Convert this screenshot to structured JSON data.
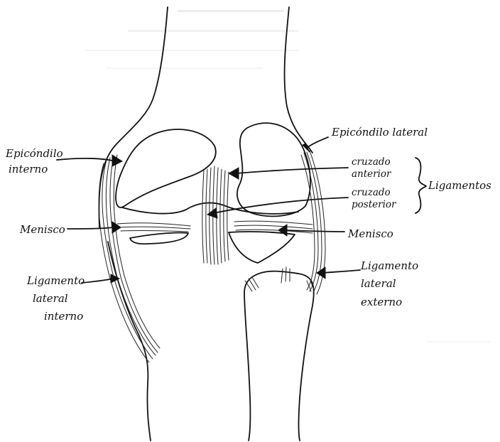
{
  "diagram": {
    "labels": {
      "epicondilo_interno": [
        "Epicóndilo",
        "interno"
      ],
      "epicondilo_lateral": "Epicóndilo lateral",
      "cruzado_anterior": [
        "cruzado",
        "anterior"
      ],
      "cruzado_posterior": [
        "cruzado",
        "posterior"
      ],
      "ligamentos": "Ligamentos",
      "menisco_izq": "Menisco",
      "menisco_der": "Menisco",
      "lig_lateral_interno": [
        "Ligamento",
        "lateral",
        "interno"
      ],
      "lig_lateral_externo": [
        "Ligamento",
        "lateral",
        "externo"
      ]
    }
  }
}
